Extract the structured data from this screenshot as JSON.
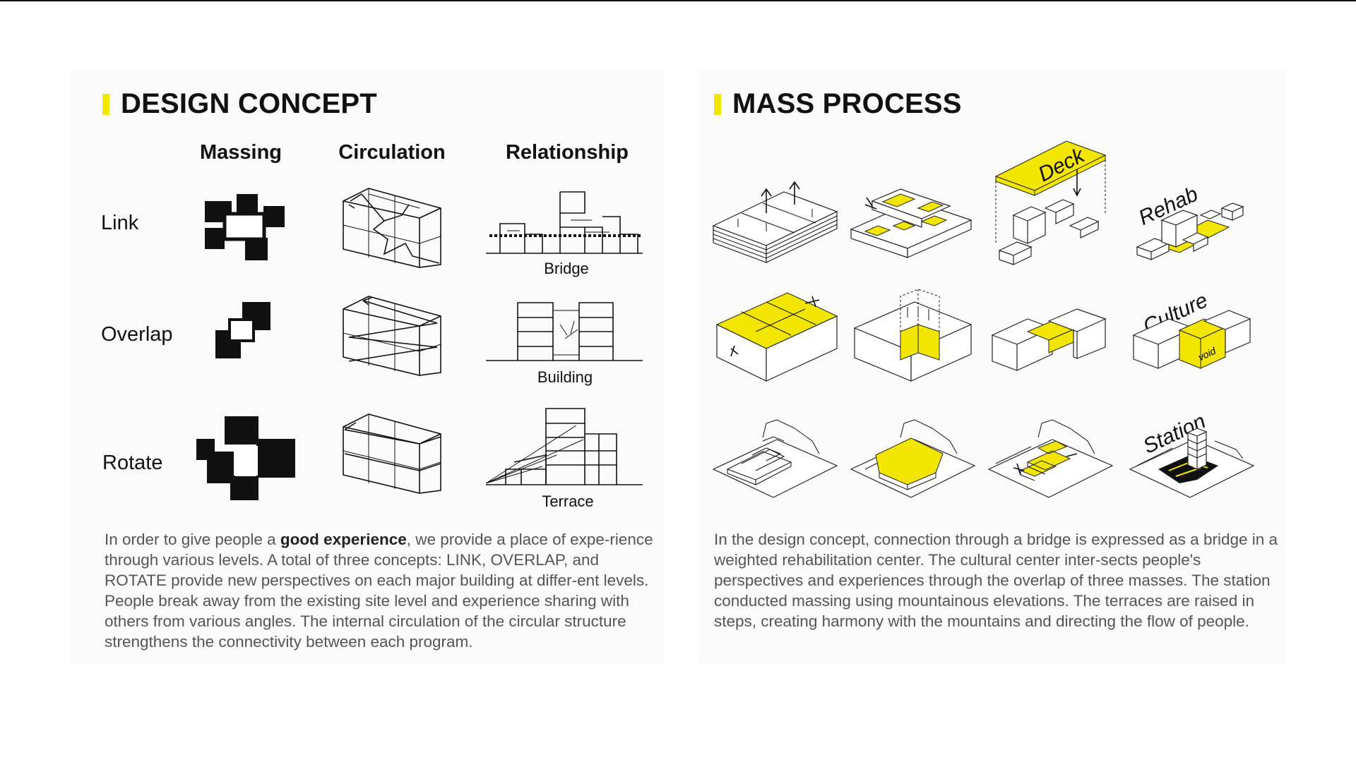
{
  "design_concept": {
    "title": "DESIGN CONCEPT",
    "columns": [
      "Massing",
      "Circulation",
      "Relationship"
    ],
    "rows": [
      {
        "label": "Link",
        "relationship_caption": "Bridge"
      },
      {
        "label": "Overlap",
        "relationship_caption": "Building"
      },
      {
        "label": "Rotate",
        "relationship_caption": "Terrace"
      }
    ],
    "paragraph": {
      "before": "In order to give people a ",
      "bold": "good experience",
      "after": ", we provide a place of expe-rience through various levels. A total of three concepts: LINK, OVERLAP, and ROTATE provide new perspectives on each major building at differ-ent levels. People break away from the existing site level and experience sharing with others from various angles. The internal circulation of the circular structure strengthens the connectivity between each program."
    }
  },
  "mass_process": {
    "title": "MASS PROCESS",
    "labels": {
      "deck": "Deck",
      "rehab": "Rehab",
      "culture": "Culture",
      "void": "void",
      "station": "Station"
    },
    "paragraph": "In the design concept, connection through a bridge is expressed as a bridge in a weighted rehabilitation center. The cultural center inter-sects people's perspectives and experiences through the overlap of three masses. The station conducted massing using mountainous elevations. The terraces are raised in steps, creating harmony with the mountains and directing the flow of people."
  },
  "colors": {
    "accent": "#f2e600",
    "text": "#111111",
    "body_text": "#555555"
  }
}
